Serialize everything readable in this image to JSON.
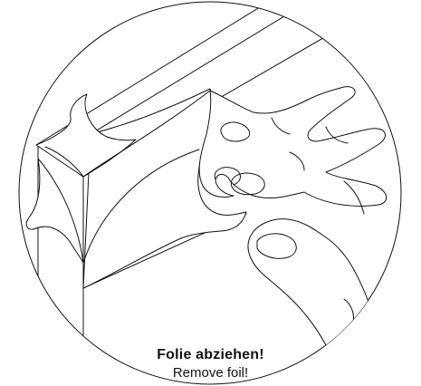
{
  "instruction": {
    "title_de": "Folie abziehen!",
    "subtitle_en": "Remove foil!"
  },
  "colors": {
    "background": "#ffffff",
    "line": "#111111"
  },
  "icons": {
    "illustration": "peeling-foil-hand-illustration"
  }
}
